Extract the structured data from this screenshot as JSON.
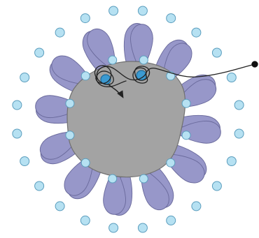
{
  "figure": {
    "colors": {
      "background": "#ffffff",
      "core_fill": "#a3a3a3",
      "core_stroke": "#707070",
      "petal_fill": "#9797c9",
      "petal_stroke": "#6a6a9c",
      "sphere_fill": "#b6e1f2",
      "sphere_stroke": "#5b9dbd",
      "sphere_highlight_fill": "#3b9ad2",
      "strand_color": "#222222"
    },
    "elements": {
      "core": "grey-central-particle",
      "petal": "purple-teardrop-unit",
      "sphere": "light-blue-small-sphere",
      "strand": "black-thread-with-terminal-dot",
      "arrow": "curved-arrow-icon"
    }
  }
}
